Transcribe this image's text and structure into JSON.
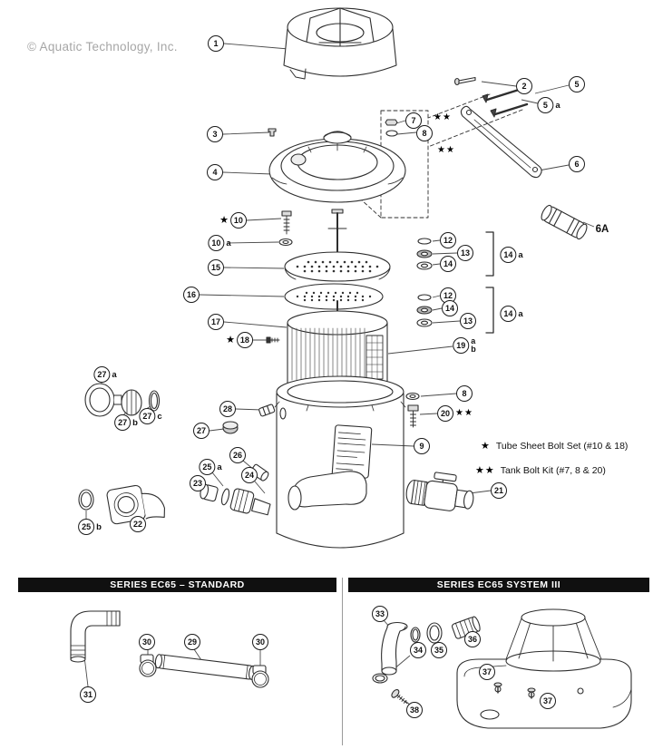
{
  "watermark": "© Aquatic Technology, Inc.",
  "sections": {
    "left_title": "SERIES EC65 – STANDARD",
    "right_title": "SERIES EC65 SYSTEM III"
  },
  "legend": {
    "items": [
      {
        "symbol": "★",
        "text": "Tube Sheet Bolt Set (#10 & 18)"
      },
      {
        "symbol": "★★",
        "text": "Tank Bolt Kit (#7, 8 & 20)"
      }
    ]
  },
  "callouts": {
    "c1": {
      "label": "1"
    },
    "c2": {
      "label": "2"
    },
    "c3": {
      "label": "3"
    },
    "c4": {
      "label": "4"
    },
    "c5": {
      "label": "5"
    },
    "c5a": {
      "label": "5",
      "suffix": "a"
    },
    "c6": {
      "label": "6"
    },
    "c6a_text": {
      "label": "6A"
    },
    "c7": {
      "label": "7"
    },
    "c8_top": {
      "label": "8"
    },
    "stars_a": {
      "stars": "★★"
    },
    "stars_b": {
      "stars": "★★"
    },
    "c9": {
      "label": "9"
    },
    "c10": {
      "label": "10",
      "star": "★"
    },
    "c10a": {
      "label": "10",
      "suffix": "a"
    },
    "c12_top": {
      "label": "12"
    },
    "c13_top": {
      "label": "13"
    },
    "c14_top": {
      "label": "14"
    },
    "c14a_top": {
      "label": "14",
      "suffix": "a"
    },
    "c12_bot": {
      "label": "12"
    },
    "c14_bot": {
      "label": "14"
    },
    "c13_bot": {
      "label": "13"
    },
    "c14a_bot": {
      "label": "14",
      "suffix": "a"
    },
    "c15": {
      "label": "15"
    },
    "c16": {
      "label": "16"
    },
    "c17": {
      "label": "17"
    },
    "c18": {
      "label": "18",
      "star": "★"
    },
    "c19": {
      "label": "19",
      "suffix_a": "a",
      "suffix_b": "b"
    },
    "c8_mid": {
      "label": "8"
    },
    "c20": {
      "label": "20",
      "stars": "★★"
    },
    "c21": {
      "label": "21"
    },
    "c22": {
      "label": "22"
    },
    "c23": {
      "label": "23"
    },
    "c24": {
      "label": "24"
    },
    "c25a": {
      "label": "25",
      "suffix": "a"
    },
    "c25b": {
      "label": "25",
      "suffix": "b"
    },
    "c26": {
      "label": "26"
    },
    "c27": {
      "label": "27"
    },
    "c27a": {
      "label": "27",
      "suffix": "a"
    },
    "c27b": {
      "label": "27",
      "suffix": "b"
    },
    "c27c": {
      "label": "27",
      "suffix": "c"
    },
    "c28": {
      "label": "28"
    },
    "c29": {
      "label": "29"
    },
    "c30_left": {
      "label": "30"
    },
    "c30_right": {
      "label": "30"
    },
    "c31": {
      "label": "31"
    },
    "c33": {
      "label": "33"
    },
    "c34": {
      "label": "34"
    },
    "c35": {
      "label": "35"
    },
    "c36": {
      "label": "36"
    },
    "c37_left": {
      "label": "37"
    },
    "c37_right": {
      "label": "37"
    },
    "c38": {
      "label": "38"
    }
  }
}
